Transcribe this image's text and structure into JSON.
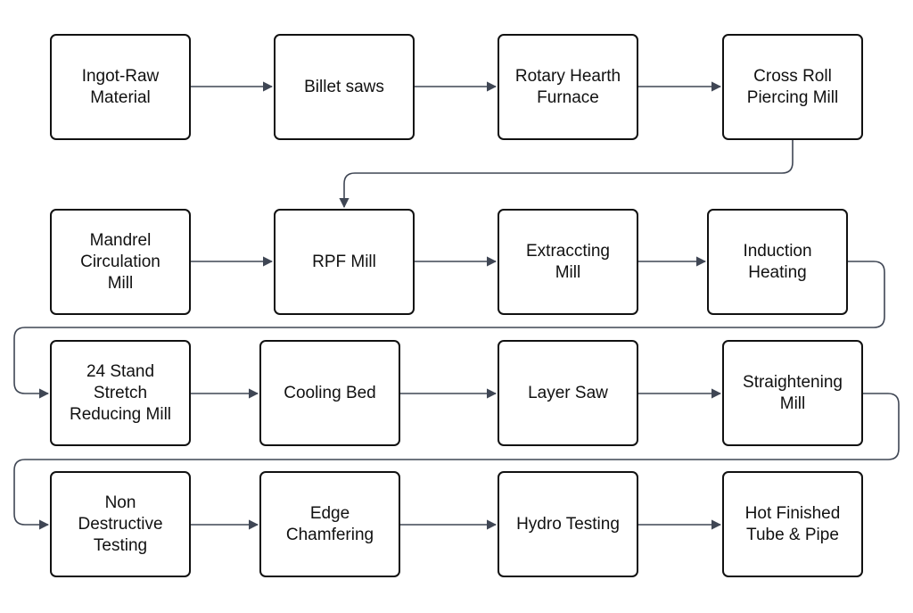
{
  "diagram": {
    "title": "",
    "nodes": [
      {
        "id": "ingot",
        "label": "Ingot-Raw\nMaterial"
      },
      {
        "id": "billet",
        "label": "Billet saws"
      },
      {
        "id": "rotary",
        "label": "Rotary Hearth\nFurnace"
      },
      {
        "id": "cross",
        "label": "Cross Roll\nPiercing Mill"
      },
      {
        "id": "mandrel",
        "label": "Mandrel\nCirculation\nMill"
      },
      {
        "id": "rpf",
        "label": "RPF Mill"
      },
      {
        "id": "extract",
        "label": "Extraccting\nMill"
      },
      {
        "id": "induction",
        "label": "Induction\nHeating"
      },
      {
        "id": "stretch",
        "label": "24 Stand\nStretch\nReducing Mill"
      },
      {
        "id": "cooling",
        "label": "Cooling Bed"
      },
      {
        "id": "layer",
        "label": "Layer Saw"
      },
      {
        "id": "straight",
        "label": "Straightening\nMill"
      },
      {
        "id": "ndt",
        "label": "Non\nDestructive\nTesting"
      },
      {
        "id": "edge",
        "label": "Edge\nChamfering"
      },
      {
        "id": "hydro",
        "label": "Hydro Testing"
      },
      {
        "id": "hot",
        "label": "Hot Finished\nTube & Pipe"
      }
    ],
    "edges": [
      {
        "from": "ingot",
        "to": "billet"
      },
      {
        "from": "billet",
        "to": "rotary"
      },
      {
        "from": "rotary",
        "to": "cross"
      },
      {
        "from": "cross",
        "to": "rpf"
      },
      {
        "from": "mandrel",
        "to": "rpf"
      },
      {
        "from": "rpf",
        "to": "extract"
      },
      {
        "from": "extract",
        "to": "induction"
      },
      {
        "from": "induction",
        "to": "stretch"
      },
      {
        "from": "stretch",
        "to": "cooling"
      },
      {
        "from": "cooling",
        "to": "layer"
      },
      {
        "from": "layer",
        "to": "straight"
      },
      {
        "from": "straight",
        "to": "ndt"
      },
      {
        "from": "ndt",
        "to": "edge"
      },
      {
        "from": "edge",
        "to": "hydro"
      },
      {
        "from": "hydro",
        "to": "hot"
      }
    ],
    "colors": {
      "border": "#111111",
      "connector": "#3f4654",
      "background": "#ffffff"
    }
  }
}
